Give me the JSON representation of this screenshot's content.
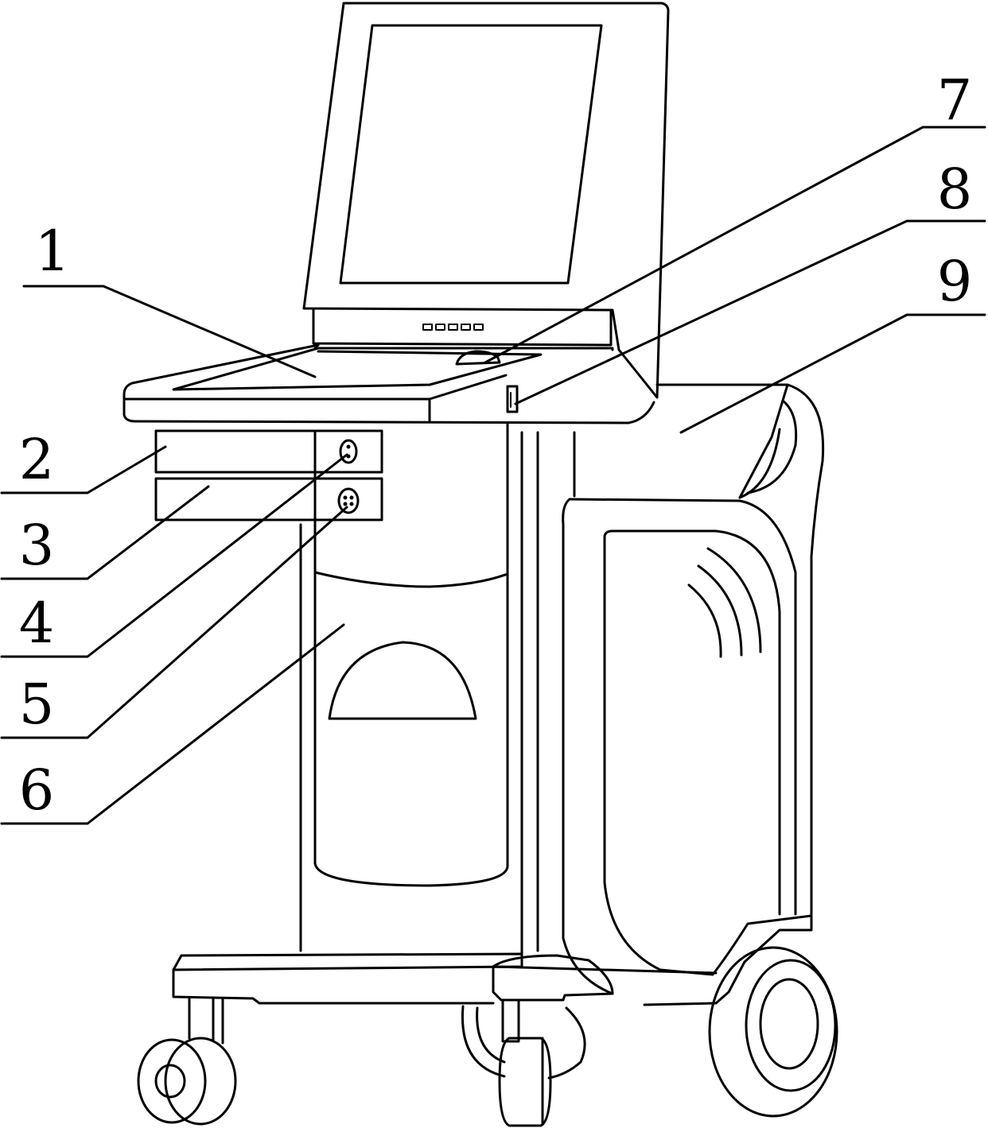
{
  "callouts": [
    {
      "id": 1,
      "text": "1"
    },
    {
      "id": 2,
      "text": "2"
    },
    {
      "id": 3,
      "text": "3"
    },
    {
      "id": 4,
      "text": "4"
    },
    {
      "id": 5,
      "text": "5"
    },
    {
      "id": 6,
      "text": "6"
    },
    {
      "id": 7,
      "text": "7"
    },
    {
      "id": 8,
      "text": "8"
    },
    {
      "id": 9,
      "text": "9"
    }
  ],
  "colors": {
    "line": "#000000",
    "background": "#ffffff"
  }
}
